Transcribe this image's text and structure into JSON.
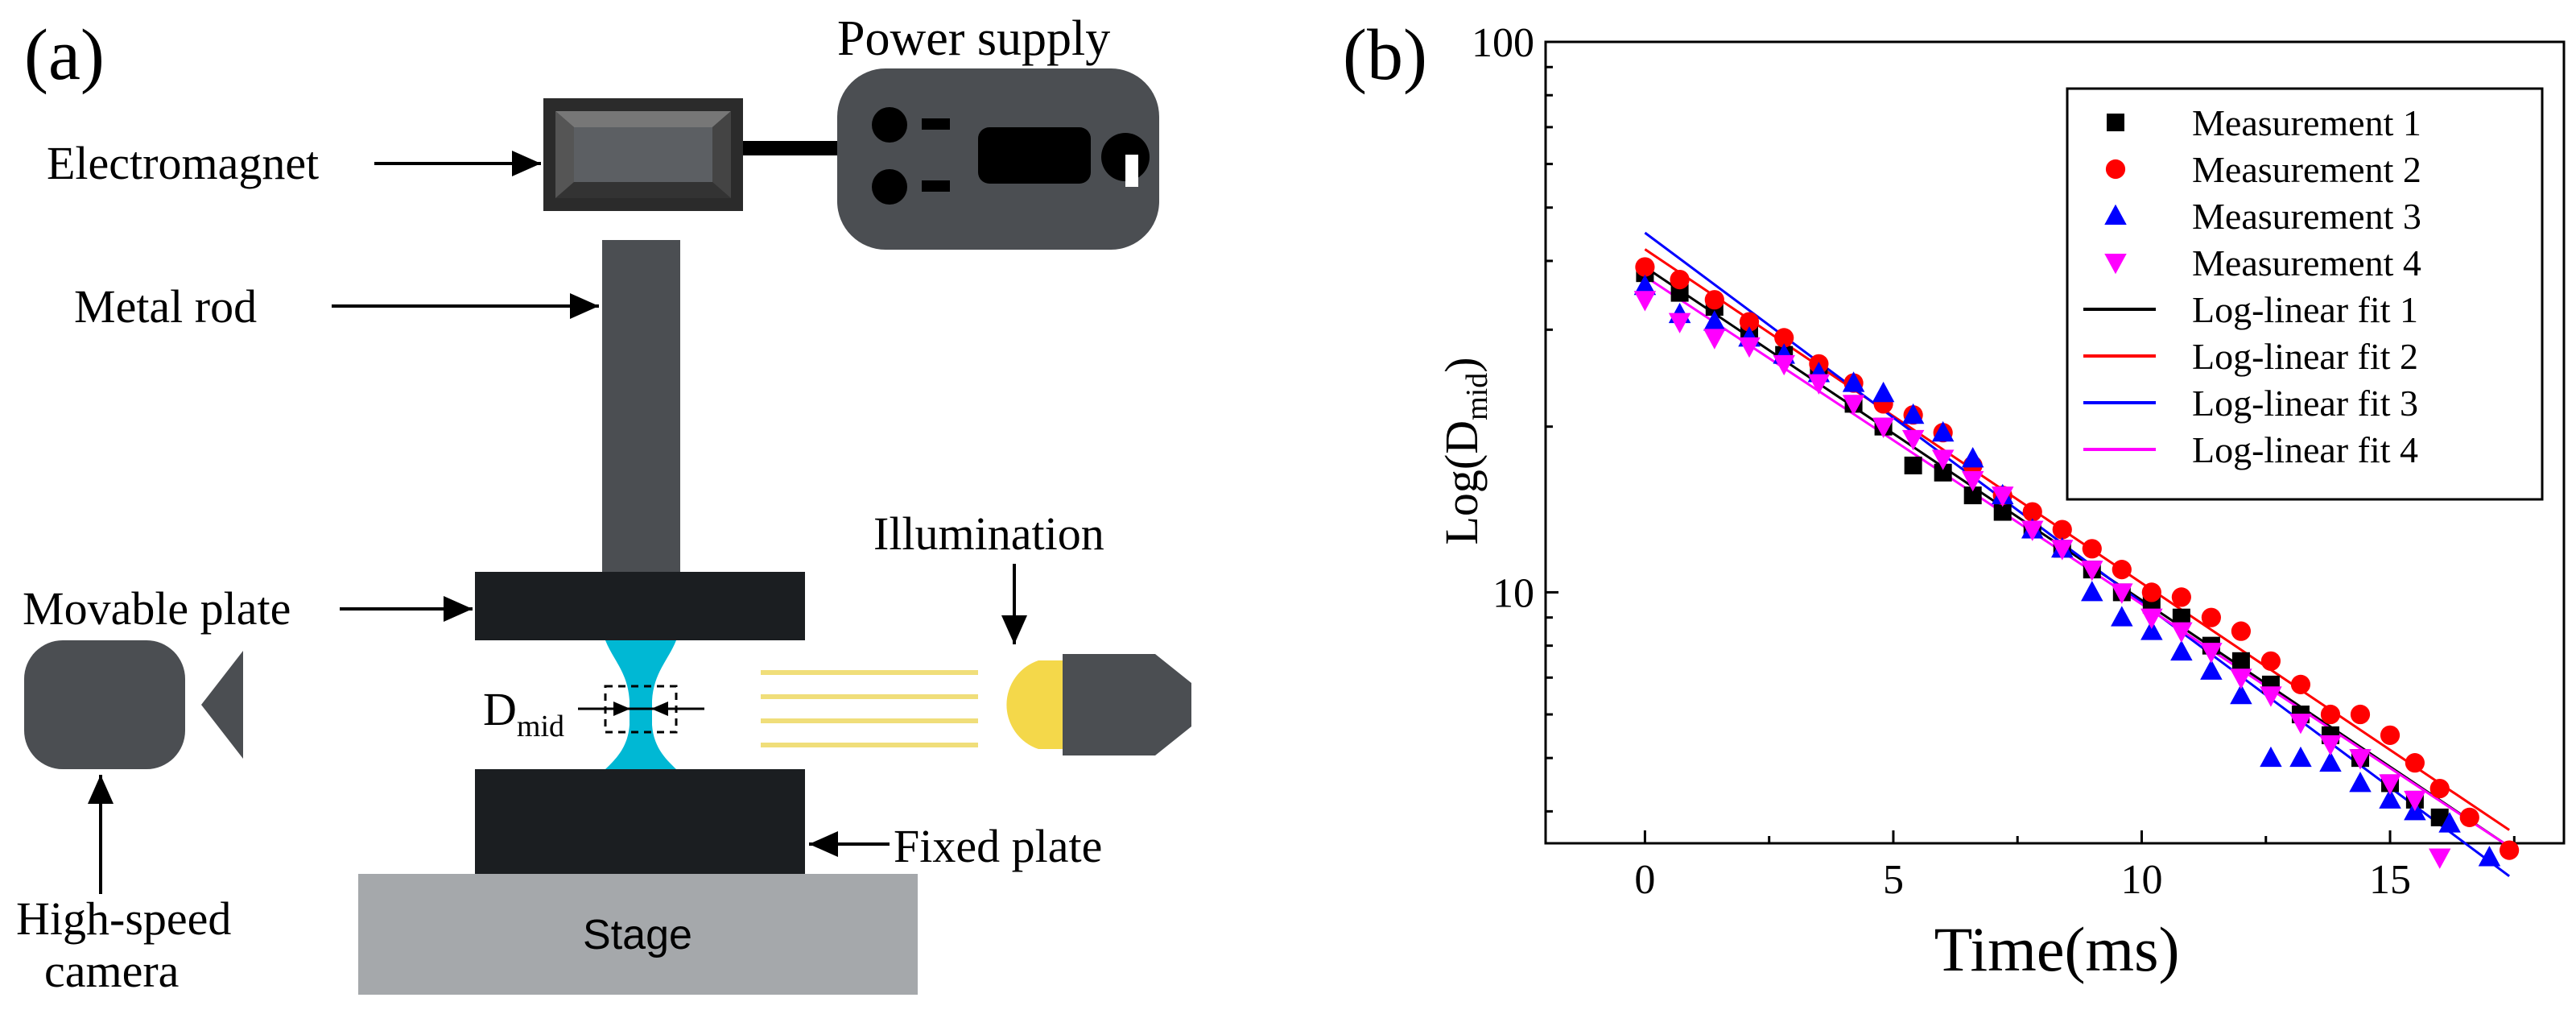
{
  "panel_a": {
    "label": "(a)",
    "power_supply": "Power supply",
    "electromagnet": "Electromagnet",
    "metal_rod": "Metal rod",
    "movable_plate": "Movable plate",
    "illumination": "Illumination",
    "d_mid_main": "D",
    "d_mid_sub": "mid",
    "fixed_plate": "Fixed plate",
    "stage": "Stage",
    "camera_line1": "High-speed",
    "camera_line2": "camera"
  },
  "panel_b": {
    "label": "(b)",
    "colors": {
      "black": "#000000",
      "red": "#ff0000",
      "blue": "#0000ff",
      "magenta": "#ff00ff"
    }
  },
  "chart_data": {
    "type": "scatter",
    "xlabel": "Time(ms)",
    "ylabel_main": "Log(D",
    "ylabel_sub": "mid",
    "ylabel_close": ")",
    "xlim": [
      -2,
      18.5
    ],
    "ylim": [
      3.5,
      100
    ],
    "yscale": "log",
    "x_ticks": [
      0,
      5,
      10,
      15
    ],
    "x_tick_labels": [
      "0",
      "5",
      "10",
      "15"
    ],
    "y_ticks": [
      10,
      100
    ],
    "y_tick_labels": [
      "10",
      "100"
    ],
    "legend_position": "top-right",
    "series": [
      {
        "name": "Measurement 1",
        "marker": "square",
        "color": "#000000",
        "x": [
          0.0,
          0.7,
          1.4,
          2.1,
          2.8,
          3.5,
          4.2,
          4.8,
          5.4,
          6.0,
          6.6,
          7.2,
          7.8,
          8.4,
          9.0,
          9.6,
          10.2,
          10.8,
          11.4,
          12.0,
          12.6,
          13.2,
          13.8,
          14.4,
          15.0,
          15.5,
          16.0
        ],
        "y": [
          38,
          35,
          33,
          30,
          27,
          25,
          22,
          20,
          17,
          16.5,
          15,
          14,
          13,
          12,
          11,
          10,
          9.5,
          9.0,
          8.0,
          7.5,
          6.8,
          6.0,
          5.5,
          5.0,
          4.5,
          4.2,
          3.9
        ]
      },
      {
        "name": "Measurement 2",
        "marker": "circle",
        "color": "#ff0000",
        "x": [
          0.0,
          0.7,
          1.4,
          2.1,
          2.8,
          3.5,
          4.2,
          4.8,
          5.4,
          6.0,
          6.6,
          7.2,
          7.8,
          8.4,
          9.0,
          9.6,
          10.2,
          10.8,
          11.4,
          12.0,
          12.6,
          13.2,
          13.8,
          14.4,
          15.0,
          15.5,
          16.0,
          16.6,
          17.4
        ],
        "y": [
          39,
          37,
          34,
          31,
          29,
          26,
          24,
          22,
          21,
          19.5,
          17,
          15,
          14,
          13,
          12,
          11,
          10,
          9.8,
          9.0,
          8.5,
          7.5,
          6.8,
          6.0,
          6.0,
          5.5,
          4.9,
          4.4,
          3.9,
          3.4
        ]
      },
      {
        "name": "Measurement 3",
        "marker": "triangle-up",
        "color": "#0000ff",
        "x": [
          0.0,
          0.7,
          1.4,
          2.1,
          2.8,
          3.5,
          4.2,
          4.8,
          5.4,
          6.0,
          6.6,
          7.2,
          7.8,
          8.4,
          9.0,
          9.6,
          10.2,
          10.8,
          11.4,
          12.0,
          12.6,
          13.2,
          13.8,
          14.4,
          15.0,
          15.5,
          16.2,
          17.0
        ],
        "y": [
          36,
          32,
          31,
          29,
          27,
          25,
          24,
          23,
          21,
          19.5,
          17.5,
          15,
          13,
          12,
          10,
          9.0,
          8.5,
          7.8,
          7.2,
          6.5,
          5.0,
          5.0,
          4.9,
          4.5,
          4.2,
          4.0,
          3.8,
          3.3
        ]
      },
      {
        "name": "Measurement 4",
        "marker": "triangle-down",
        "color": "#ff00ff",
        "x": [
          0.0,
          0.7,
          1.4,
          2.1,
          2.8,
          3.5,
          4.2,
          4.8,
          5.4,
          6.0,
          6.6,
          7.2,
          7.8,
          8.4,
          9.0,
          9.6,
          10.2,
          10.8,
          11.4,
          12.0,
          12.6,
          13.2,
          13.8,
          14.4,
          15.0,
          15.5,
          16.0
        ],
        "y": [
          34,
          31,
          29,
          28,
          26,
          24,
          22,
          20,
          19,
          17.5,
          16,
          15,
          13,
          12,
          11,
          10,
          9.0,
          8.5,
          7.8,
          7.0,
          6.5,
          5.8,
          5.3,
          5.0,
          4.5,
          4.2,
          3.3
        ]
      }
    ],
    "fits": [
      {
        "name": "Log-linear fit 1",
        "color": "#000000",
        "x": [
          0,
          17.4
        ],
        "y": [
          39.0,
          3.45
        ]
      },
      {
        "name": "Log-linear fit 2",
        "color": "#ff0000",
        "x": [
          0,
          17.4
        ],
        "y": [
          42.0,
          3.7
        ]
      },
      {
        "name": "Log-linear fit 3",
        "color": "#0000ff",
        "x": [
          0,
          17.4
        ],
        "y": [
          45.0,
          3.05
        ]
      },
      {
        "name": "Log-linear fit 4",
        "color": "#ff00ff",
        "x": [
          0,
          17.4
        ],
        "y": [
          37.5,
          3.45
        ]
      }
    ]
  }
}
